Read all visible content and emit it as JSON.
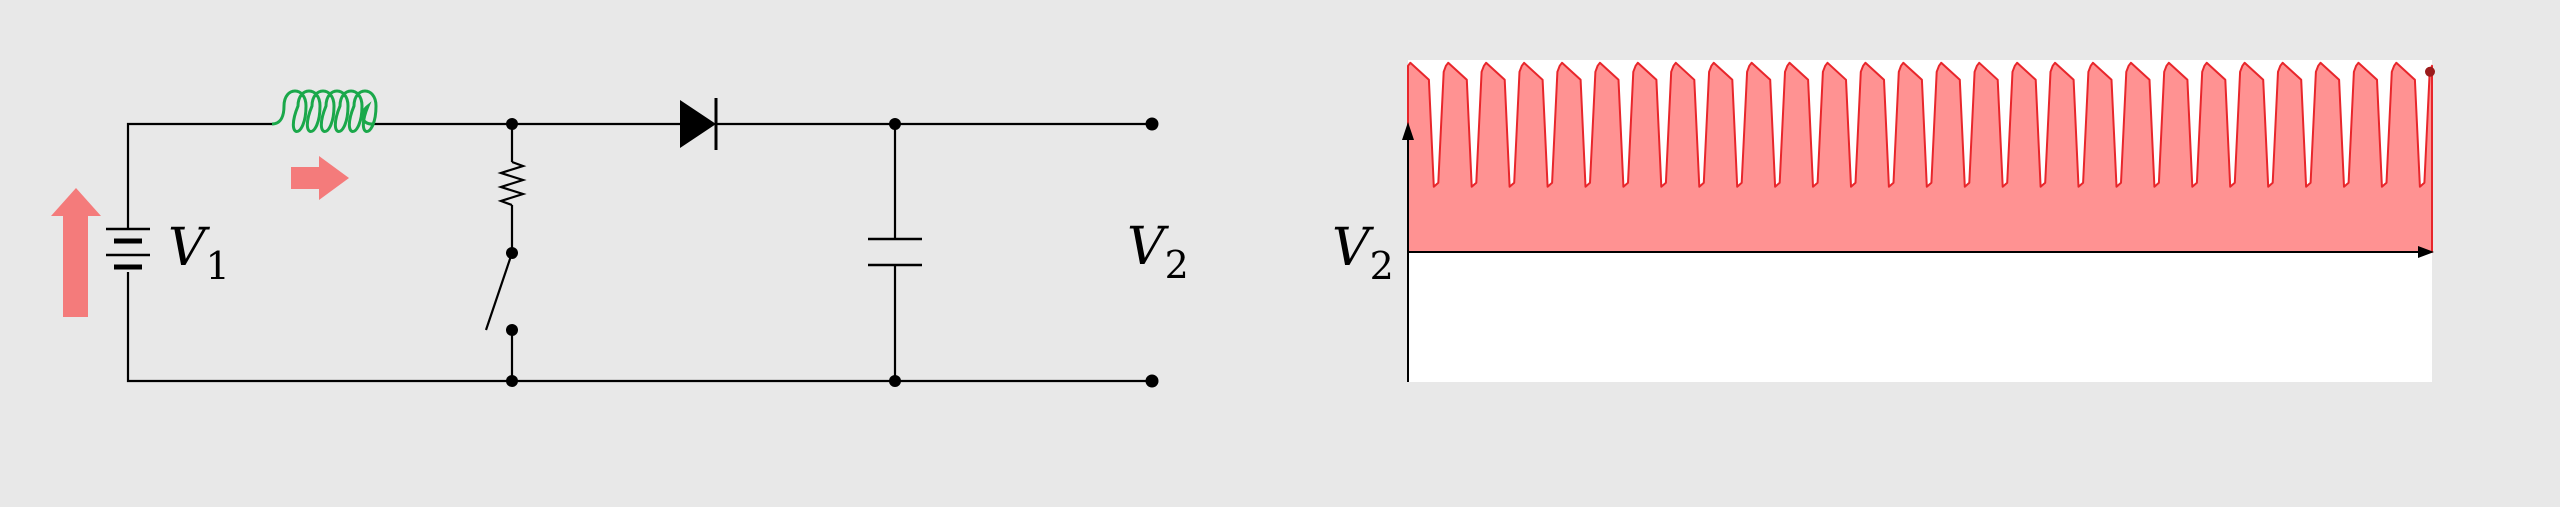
{
  "colors": {
    "background": "#e8e8e8",
    "inductor": "#1aa84a",
    "arrow": "#f47b7b",
    "signal_stroke": "#e8262b",
    "signal_fill": "#ff8c8c",
    "signal_end_dot": "#9b1b1b",
    "plot_background": "#ffffff"
  },
  "circuit": {
    "source_label": {
      "main": "V",
      "sub": "1"
    },
    "output_label": {
      "main": "V",
      "sub": "2"
    },
    "components": [
      "battery-icon",
      "inductor-icon",
      "resistor-icon",
      "switch-icon",
      "diode-icon",
      "capacitor-icon"
    ]
  },
  "chart_data": {
    "type": "line",
    "ylabel": {
      "main": "V",
      "sub": "2"
    },
    "xlabel": "",
    "pulses": 27,
    "upper_level": 0.97,
    "lower_level": 0.34,
    "baseline_level": 0.0,
    "grid": false,
    "legend": "none"
  }
}
